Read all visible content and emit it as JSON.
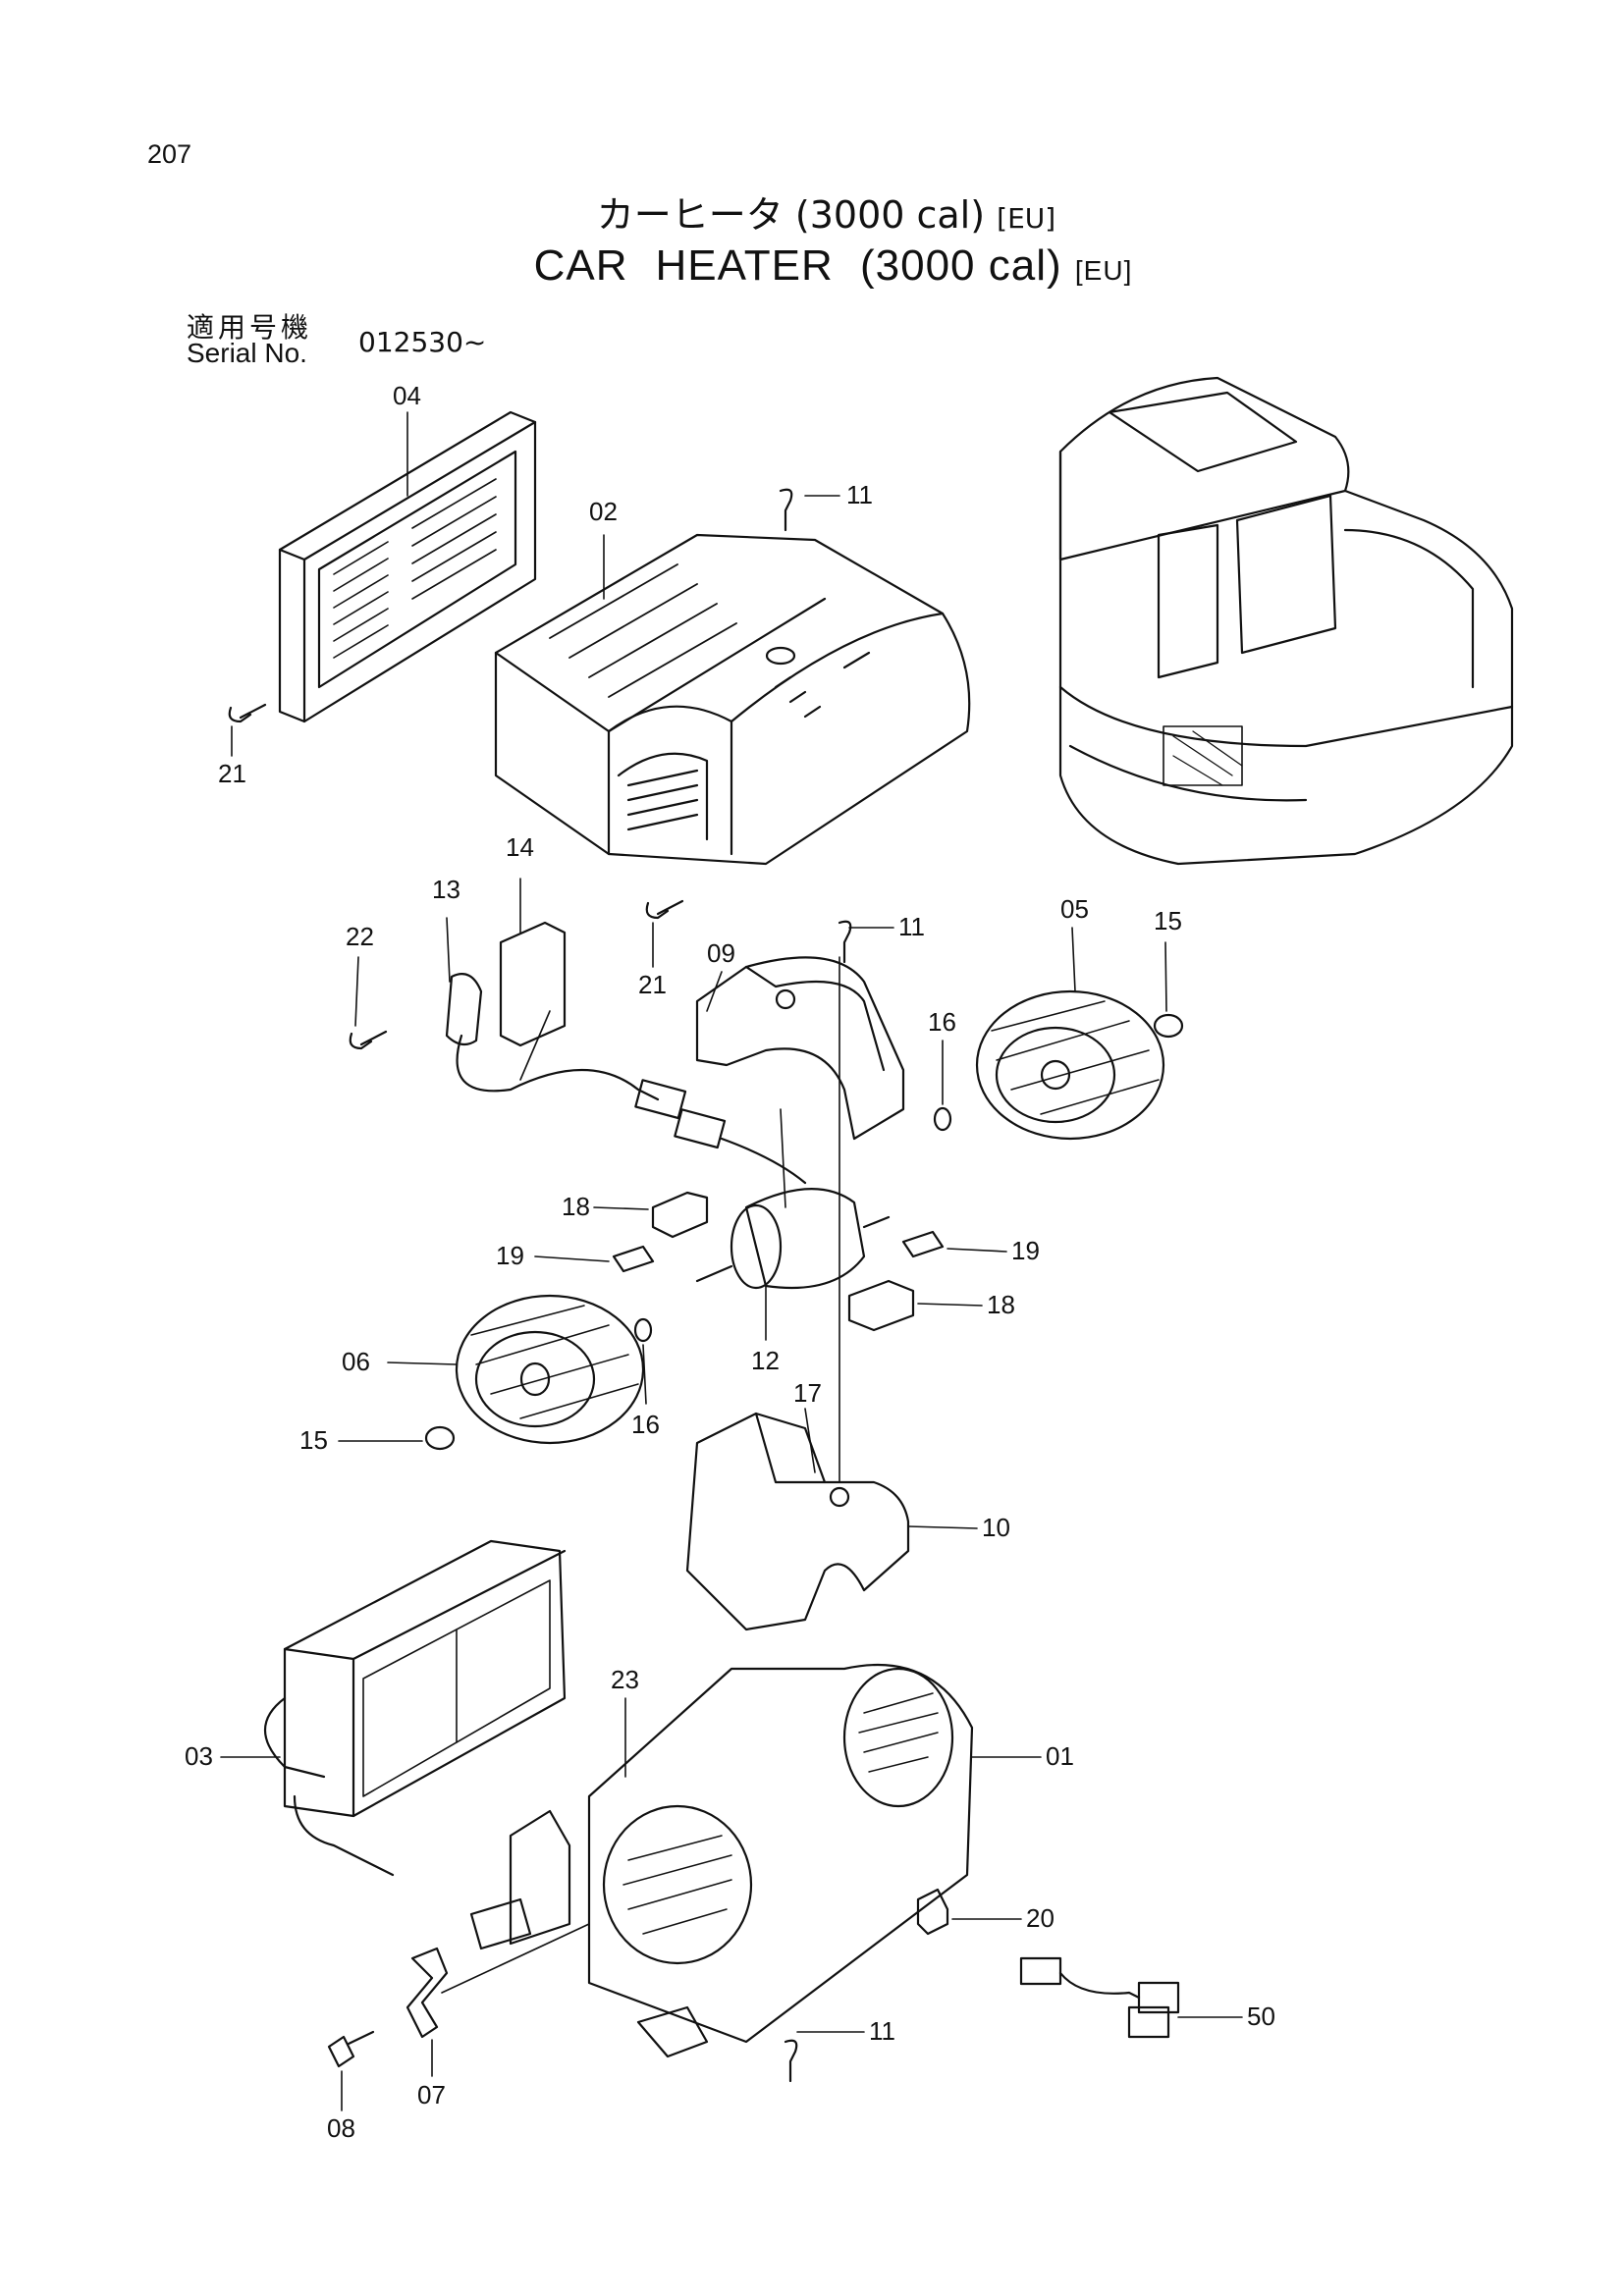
{
  "page": {
    "number": "207"
  },
  "title": {
    "jp": "カーヒータ",
    "jp_spec": "(3000 cal)",
    "en_word1": "CAR",
    "en_word2": "HEATER",
    "en_spec": "(3000 cal)",
    "region": "[EU]"
  },
  "serial": {
    "label_jp": "適用号機",
    "label_en": "Serial No.",
    "value": "012530~"
  },
  "callouts": [
    {
      "id": "c04",
      "label": "04"
    },
    {
      "id": "c02",
      "label": "02"
    },
    {
      "id": "c11a",
      "label": "11"
    },
    {
      "id": "c21a",
      "label": "21"
    },
    {
      "id": "c21b",
      "label": "21"
    },
    {
      "id": "c14",
      "label": "14"
    },
    {
      "id": "c13",
      "label": "13"
    },
    {
      "id": "c22",
      "label": "22"
    },
    {
      "id": "c11b",
      "label": "11"
    },
    {
      "id": "c09",
      "label": "09"
    },
    {
      "id": "c05",
      "label": "05"
    },
    {
      "id": "c15a",
      "label": "15"
    },
    {
      "id": "c16a",
      "label": "16"
    },
    {
      "id": "c18a",
      "label": "18"
    },
    {
      "id": "c19a",
      "label": "19"
    },
    {
      "id": "c19b",
      "label": "19"
    },
    {
      "id": "c18b",
      "label": "18"
    },
    {
      "id": "c12",
      "label": "12"
    },
    {
      "id": "c06",
      "label": "06"
    },
    {
      "id": "c15b",
      "label": "15"
    },
    {
      "id": "c16b",
      "label": "16"
    },
    {
      "id": "c17",
      "label": "17"
    },
    {
      "id": "c10",
      "label": "10"
    },
    {
      "id": "c23",
      "label": "23"
    },
    {
      "id": "c03",
      "label": "03"
    },
    {
      "id": "c01",
      "label": "01"
    },
    {
      "id": "c20",
      "label": "20"
    },
    {
      "id": "c50",
      "label": "50"
    },
    {
      "id": "c11c",
      "label": "11"
    },
    {
      "id": "c08",
      "label": "08"
    },
    {
      "id": "c07",
      "label": "07"
    }
  ]
}
